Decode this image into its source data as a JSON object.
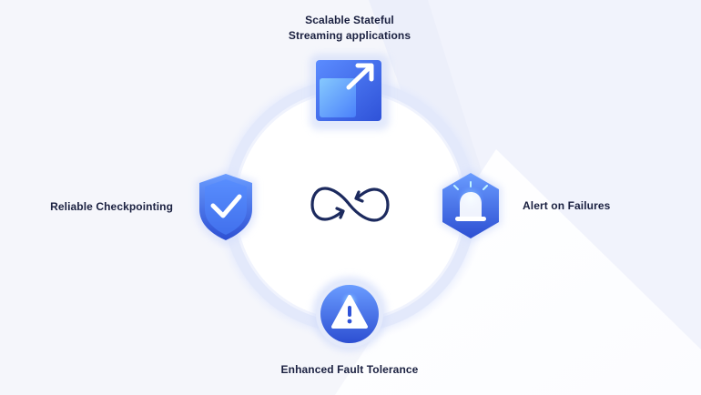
{
  "diagram": {
    "top_label_line1": "Scalable Stateful",
    "top_label_line2": "Streaming applications",
    "left_label": "Reliable Checkpointing",
    "right_label": "Alert on Failures",
    "bottom_label": "Enhanced Fault Tolerance",
    "icons": {
      "top": "scale-arrow-icon",
      "left": "shield-check-icon",
      "right": "bell-alert-icon",
      "bottom": "warning-triangle-icon",
      "center": "infinity-sync-icon"
    }
  },
  "colors": {
    "background": "#f5f6fb",
    "accent_blue": "#3a66f0",
    "dark_navy": "#1c2a5e",
    "ring": "#dfe6fb"
  }
}
